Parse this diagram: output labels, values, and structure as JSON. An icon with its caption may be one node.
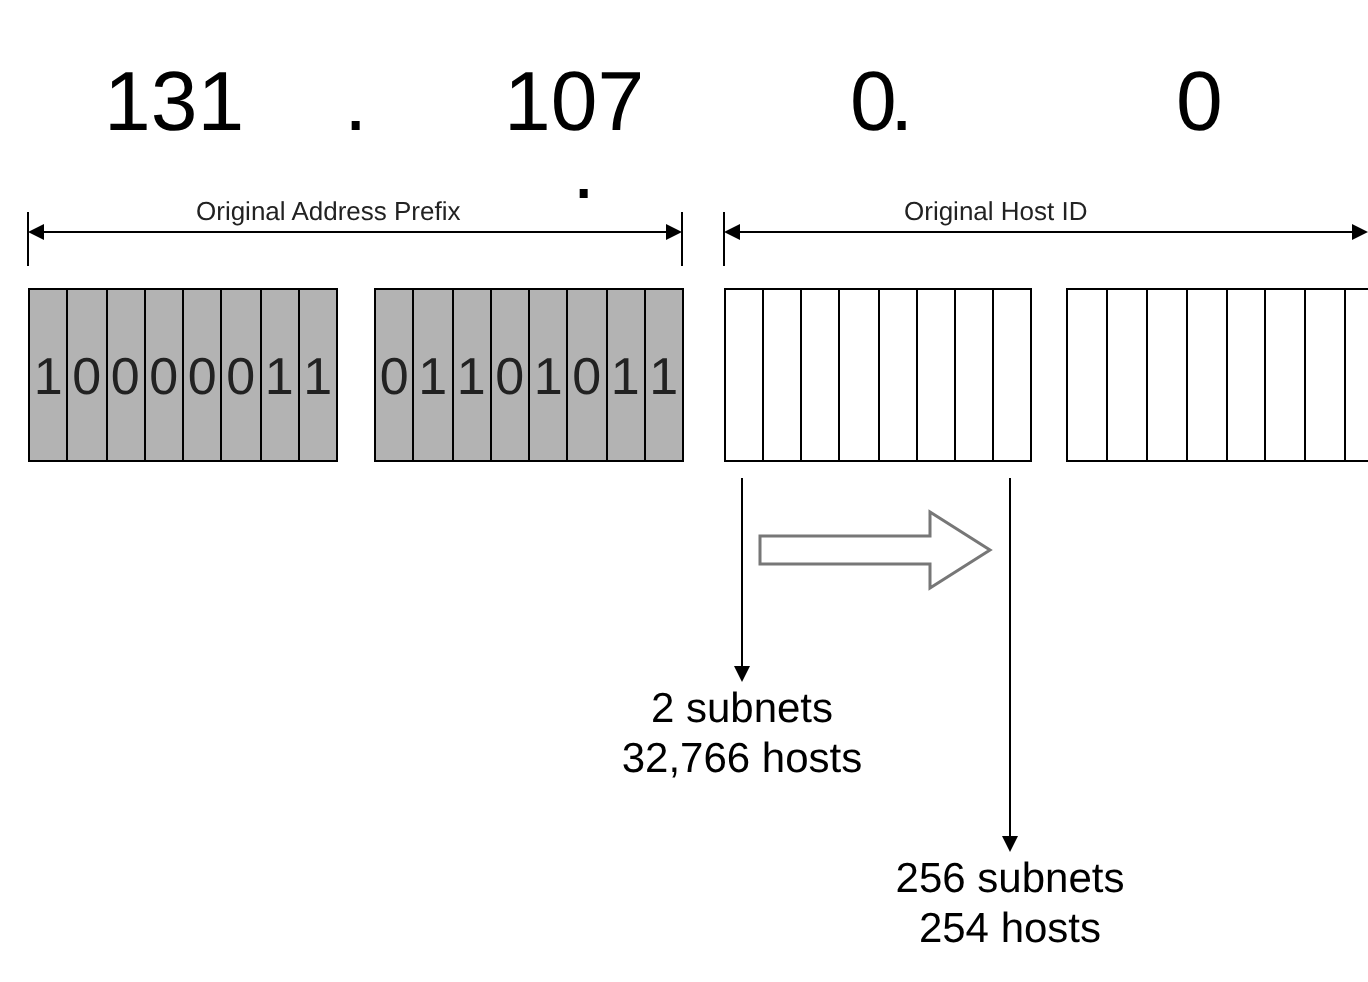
{
  "diagram": {
    "nodes": [
      {
        "text": [],
        "shape": "box"
      },
      {
        "text": [],
        "shape": "box"
      },
      {
        "text": [],
        "shape": "box"
      },
      {
        "text": [],
        "shape": "box"
      },
      {
        "text": [
          "2 subnets 32,766 hosts"
        ]
      },
      {
        "text": [
          "256 subnets 254 hosts"
        ]
      }
    ],
    "edges": [
      {
        "from": 2,
        "to": 4,
        "arrow": "to"
      },
      {
        "from": 2,
        "to": 5,
        "arrow": "to"
      }
    ],
    "labels": [
      "131",
      ".",
      "107",
      ".",
      "0",
      ".",
      "0",
      "Original Address Prefix",
      "Original Host ID",
      "1",
      "0",
      "0",
      "0",
      "0",
      "0",
      "1",
      "1",
      "0",
      "1",
      "1",
      "0",
      "1",
      "0",
      "1",
      "1"
    ]
  }
}
